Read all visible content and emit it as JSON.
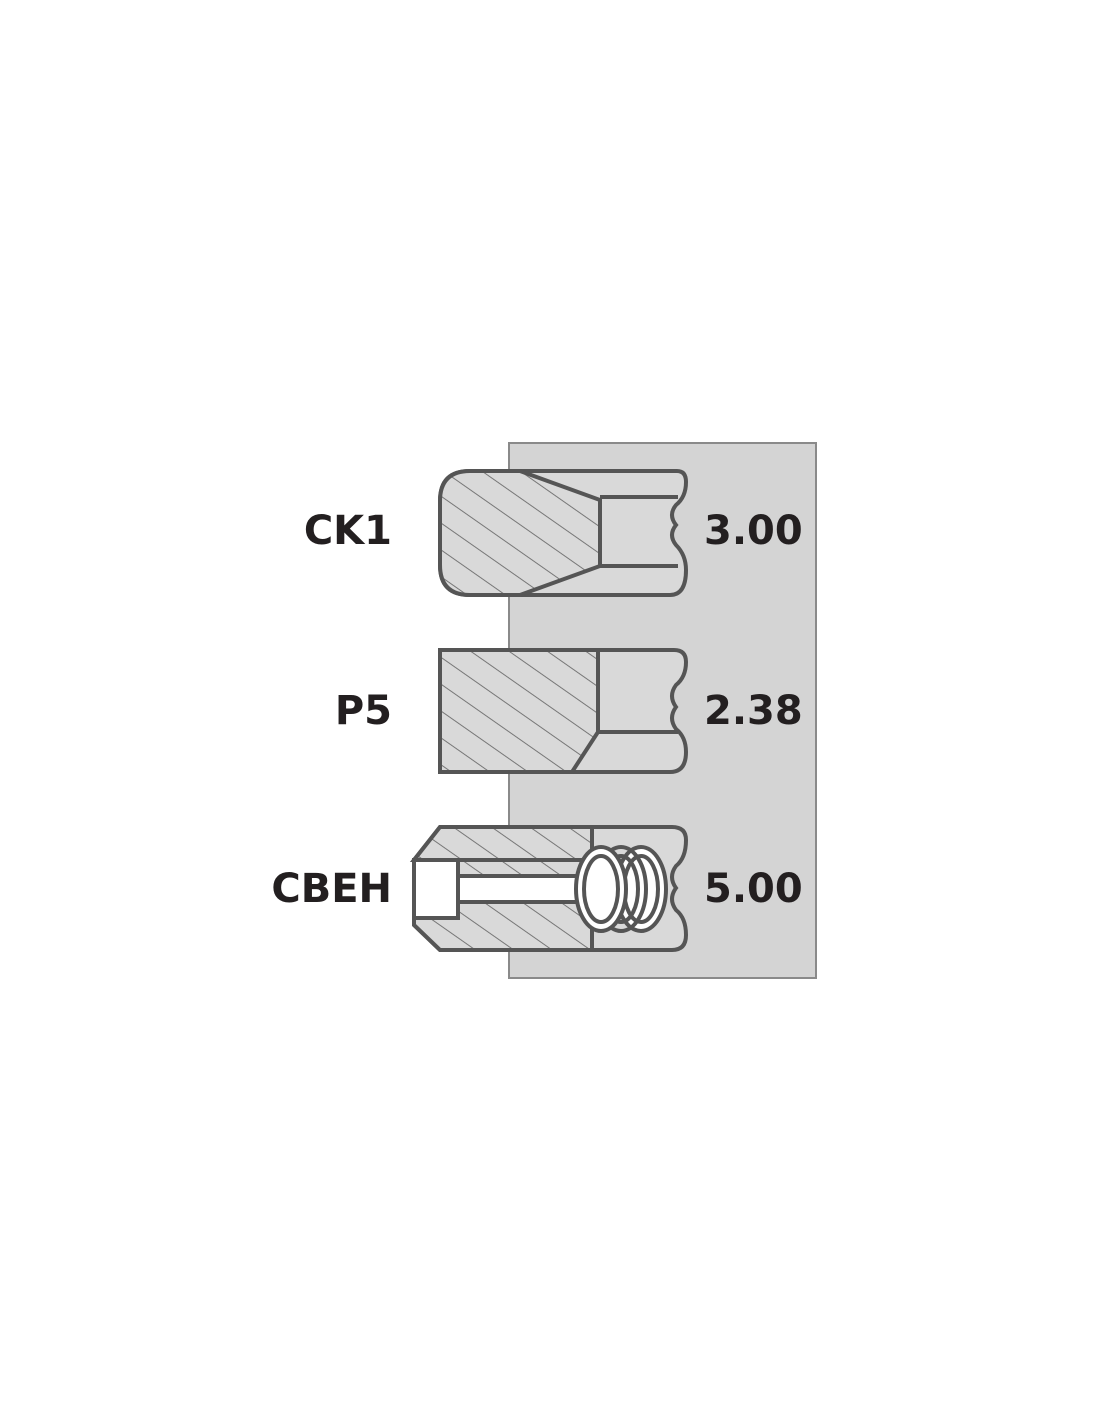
{
  "colors": {
    "background_panel": "#d4d4d4",
    "panel_border": "#8a8a8a",
    "ring_fill": "#d9d9d9",
    "ring_outline": "#555555",
    "hatch": "#777777",
    "text": "#231f20"
  },
  "rings": [
    {
      "code": "CK1",
      "value": "3.00"
    },
    {
      "code": "P5",
      "value": "2.38"
    },
    {
      "code": "CBEH",
      "value": "5.00"
    }
  ]
}
